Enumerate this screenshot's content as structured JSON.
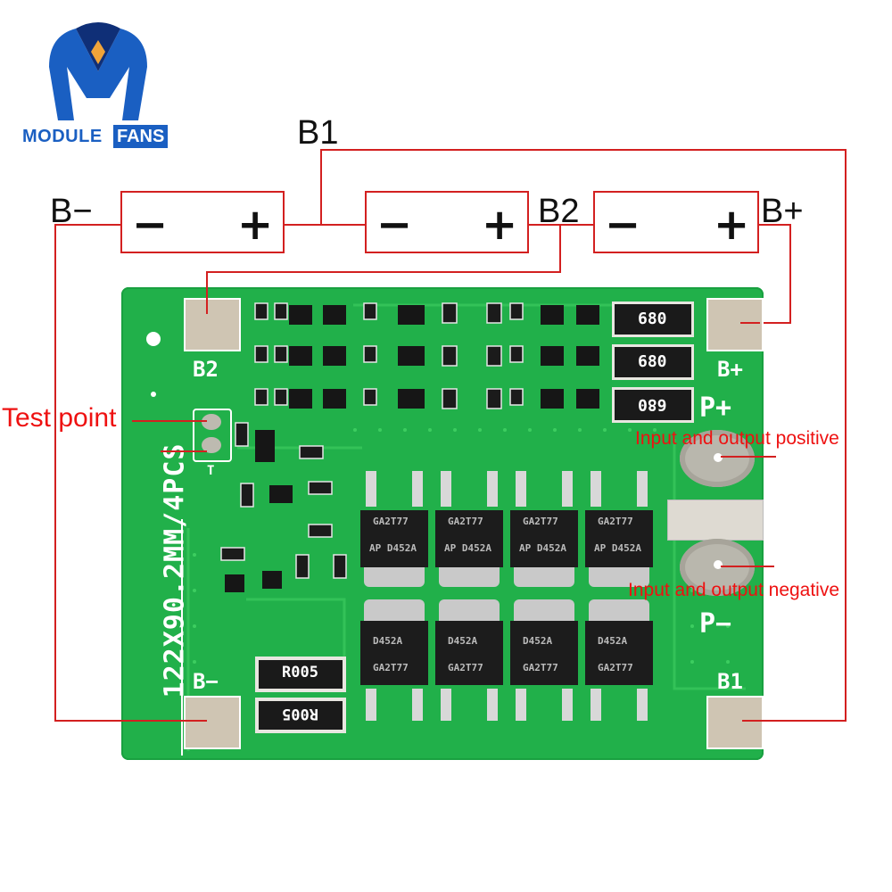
{
  "logo": {
    "word1": "MODULE",
    "word2": "FANS",
    "colors": {
      "blue": "#1a5fc2",
      "navy": "#0f2f77"
    }
  },
  "battery_labels": {
    "b1": "B1",
    "b_minus": "B−",
    "b2": "B2",
    "b_plus": "B+"
  },
  "cells": [
    {
      "minus": "−",
      "plus": "+"
    },
    {
      "minus": "−",
      "plus": "+"
    },
    {
      "minus": "−",
      "plus": "+"
    }
  ],
  "annotations": {
    "test_point": "Test point",
    "positive": "Input and output positive",
    "negative": "Input and output negative"
  },
  "board": {
    "size_text": "122X90.2MM/4PCS",
    "pad_b2": "B2",
    "pad_bplus": "B+",
    "pad_pplus": "P+",
    "pad_pminus": "P−",
    "pad_bminus": "B−",
    "pad_b1": "B1",
    "test_mark": "T",
    "resistors": [
      "680",
      "680",
      "680"
    ],
    "shunts": [
      "R005",
      "R005"
    ],
    "mosfet_top": [
      "GA2T77",
      "AP D452A"
    ],
    "mosfet_bottom": [
      "D452A",
      "GA2T77"
    ],
    "colors": {
      "pcb": "#21b04a",
      "pcb_dark": "#129637",
      "pad": "#cfc5b3",
      "wire": "#d32020"
    }
  }
}
